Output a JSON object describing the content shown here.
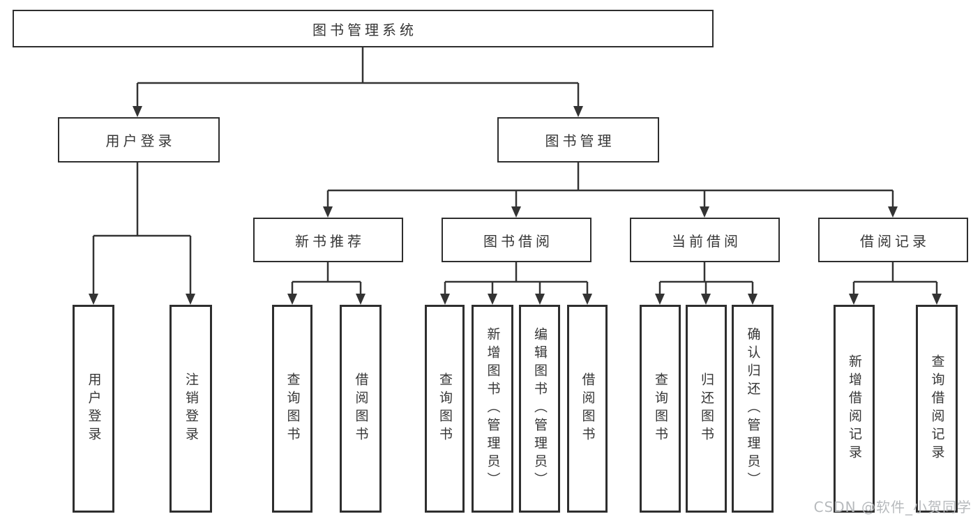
{
  "tree": {
    "root": {
      "label": "图书管理系统"
    },
    "level2": [
      {
        "label": "用户登录",
        "leaves": [
          {
            "label": "用户登录"
          },
          {
            "label": "注销登录"
          }
        ]
      },
      {
        "label": "图书管理",
        "sections": [
          {
            "label": "新书推荐",
            "leaves": [
              {
                "label": "查询图书"
              },
              {
                "label": "借阅图书"
              }
            ]
          },
          {
            "label": "图书借阅",
            "leaves": [
              {
                "label": "查询图书"
              },
              {
                "label": "新增图书（管理员）"
              },
              {
                "label": "编辑图书（管理员）"
              },
              {
                "label": "借阅图书"
              }
            ]
          },
          {
            "label": "当前借阅",
            "leaves": [
              {
                "label": "查询图书"
              },
              {
                "label": "归还图书"
              },
              {
                "label": "确认归还（管理员）"
              }
            ]
          },
          {
            "label": "借阅记录",
            "leaves": [
              {
                "label": "新增借阅记录"
              },
              {
                "label": "查询借阅记录"
              }
            ]
          }
        ]
      }
    ]
  },
  "watermark": {
    "text": "CSDN @软件_小贺同学"
  },
  "colors": {
    "line": "#333333",
    "box_border": "#2e2e2e",
    "text": "#363636",
    "watermark": "#b7babd",
    "background": "#ffffff"
  }
}
